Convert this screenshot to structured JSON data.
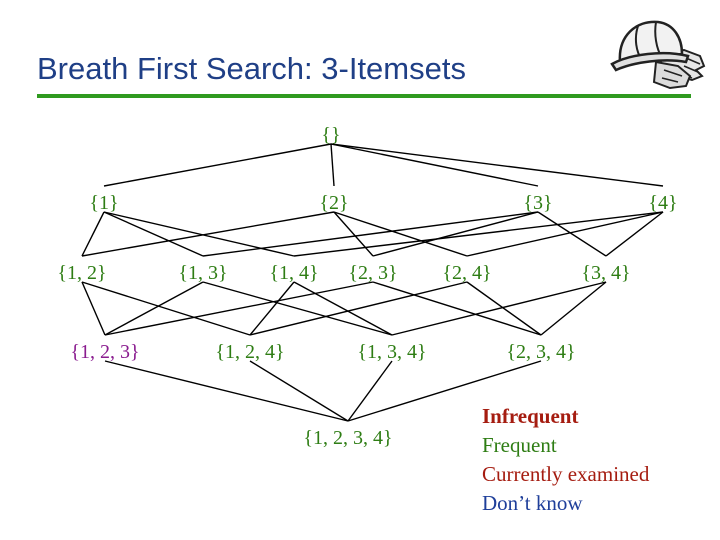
{
  "slide": {
    "title": "Breath First Search: 3-Itemsets",
    "icon": "hard-hat-gloves-icon"
  },
  "colors": {
    "title": "#1f3f86",
    "rule": "#2f9a1f",
    "frequent": "#2e7d14",
    "infrequent": "#a51c10",
    "currently_examined": "#a51c10",
    "dont_know": "#1f3f9a",
    "current_level": "#8a1c8f",
    "edge": "#000000"
  },
  "lattice": {
    "nodes": [
      {
        "id": "empty",
        "label": "{}",
        "status": "frequent"
      },
      {
        "id": "n1",
        "label": "{1}",
        "status": "frequent"
      },
      {
        "id": "n2",
        "label": "{2}",
        "status": "frequent"
      },
      {
        "id": "n3",
        "label": "{3}",
        "status": "frequent"
      },
      {
        "id": "n4",
        "label": "{4}",
        "status": "frequent"
      },
      {
        "id": "n12",
        "label": "{1, 2}",
        "status": "frequent"
      },
      {
        "id": "n13",
        "label": "{1, 3}",
        "status": "frequent"
      },
      {
        "id": "n14",
        "label": "{1, 4}",
        "status": "frequent"
      },
      {
        "id": "n23",
        "label": "{2, 3}",
        "status": "frequent"
      },
      {
        "id": "n24",
        "label": "{2, 4}",
        "status": "frequent"
      },
      {
        "id": "n34",
        "label": "{3, 4}",
        "status": "frequent"
      },
      {
        "id": "n123",
        "label": "{1, 2, 3}",
        "status": "current_level"
      },
      {
        "id": "n124",
        "label": "{1, 2, 4}",
        "status": "frequent"
      },
      {
        "id": "n134",
        "label": "{1, 3, 4}",
        "status": "frequent"
      },
      {
        "id": "n234",
        "label": "{2, 3, 4}",
        "status": "frequent"
      },
      {
        "id": "n1234",
        "label": "{1, 2, 3, 4}",
        "status": "frequent"
      }
    ],
    "edges": [
      [
        "empty",
        "n1"
      ],
      [
        "empty",
        "n2"
      ],
      [
        "empty",
        "n3"
      ],
      [
        "empty",
        "n4"
      ],
      [
        "n1",
        "n12"
      ],
      [
        "n1",
        "n13"
      ],
      [
        "n1",
        "n14"
      ],
      [
        "n2",
        "n12"
      ],
      [
        "n2",
        "n23"
      ],
      [
        "n2",
        "n24"
      ],
      [
        "n3",
        "n13"
      ],
      [
        "n3",
        "n23"
      ],
      [
        "n3",
        "n34"
      ],
      [
        "n4",
        "n14"
      ],
      [
        "n4",
        "n24"
      ],
      [
        "n4",
        "n34"
      ],
      [
        "n12",
        "n123"
      ],
      [
        "n12",
        "n124"
      ],
      [
        "n13",
        "n123"
      ],
      [
        "n13",
        "n134"
      ],
      [
        "n14",
        "n124"
      ],
      [
        "n14",
        "n134"
      ],
      [
        "n23",
        "n123"
      ],
      [
        "n23",
        "n234"
      ],
      [
        "n24",
        "n124"
      ],
      [
        "n24",
        "n234"
      ],
      [
        "n34",
        "n134"
      ],
      [
        "n34",
        "n234"
      ],
      [
        "n123",
        "n1234"
      ],
      [
        "n124",
        "n1234"
      ],
      [
        "n134",
        "n1234"
      ],
      [
        "n234",
        "n1234"
      ]
    ]
  },
  "legend": {
    "infrequent": "Infrequent",
    "frequent": "Frequent",
    "currently_examined": "Currently examined",
    "dont_know": "Don’t know"
  }
}
